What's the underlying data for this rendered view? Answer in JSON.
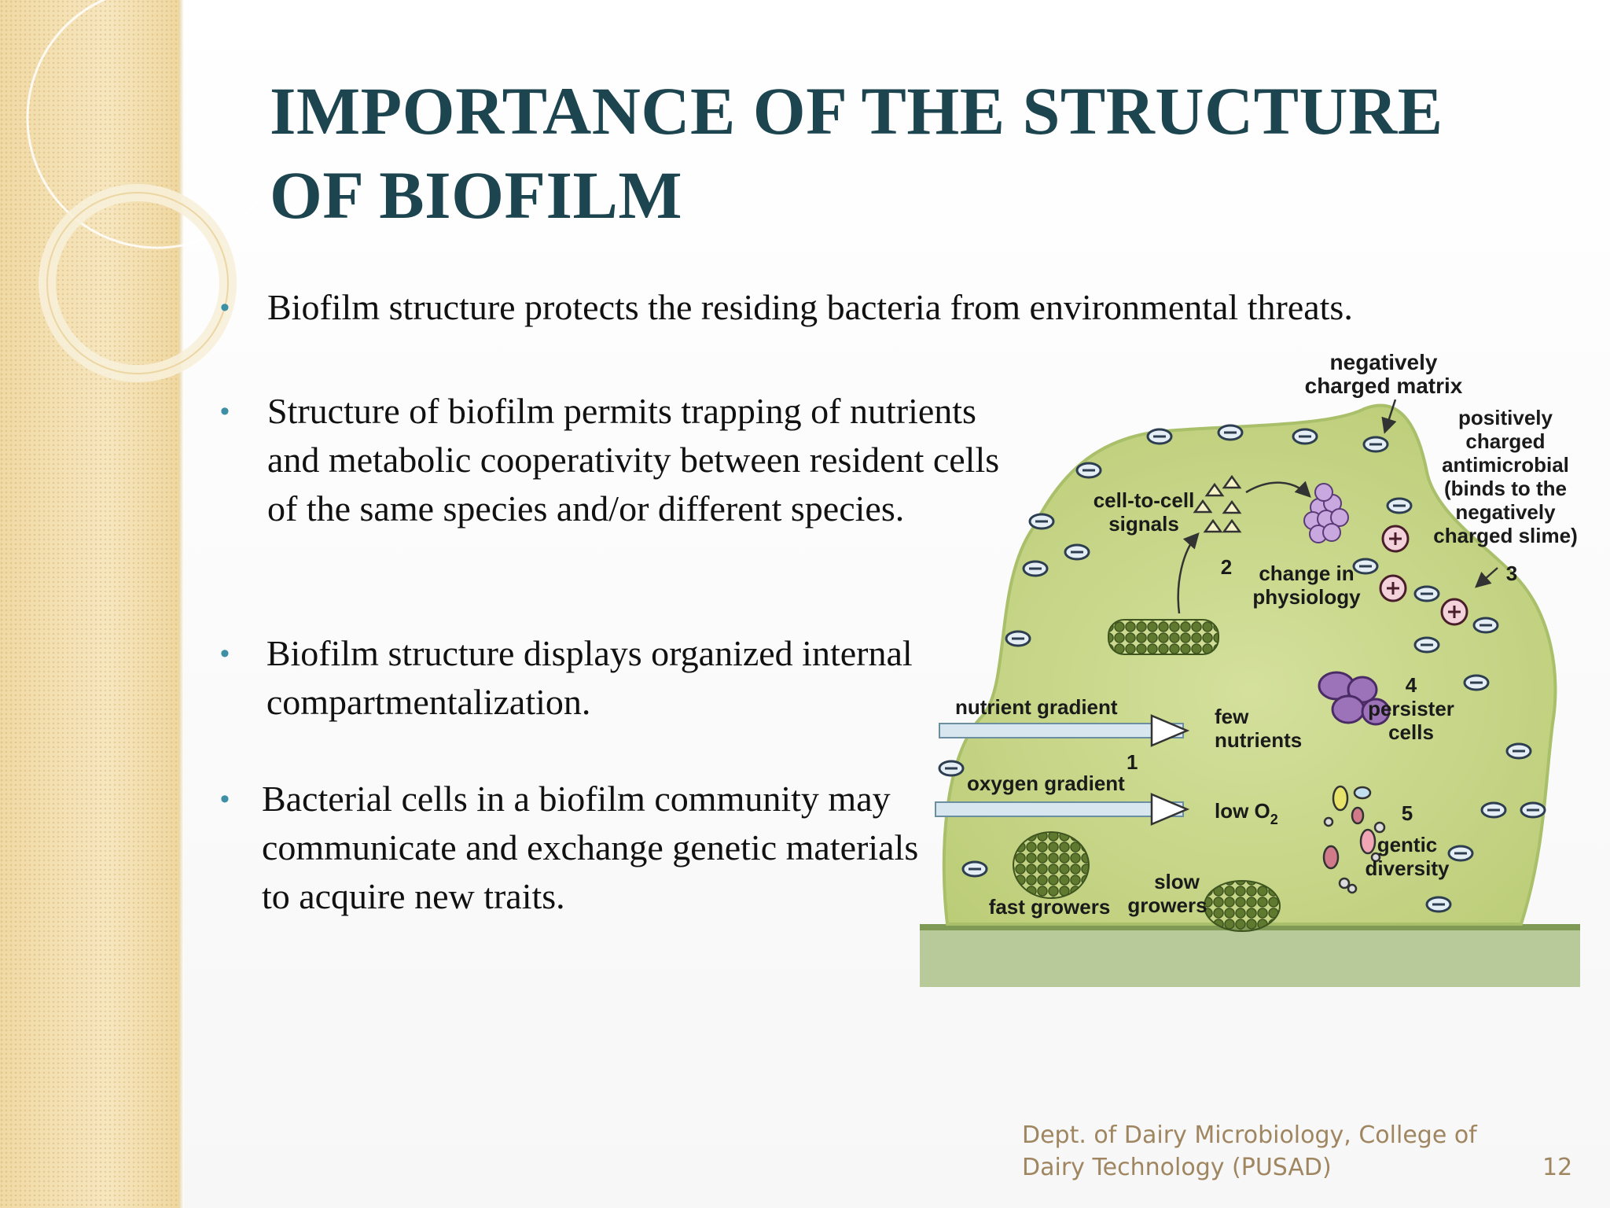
{
  "slide": {
    "title": "IMPORTANCE OF THE STRUCTURE OF BIOFILM",
    "bullets": [
      "Biofilm structure protects the residing bacteria from environmental threats.",
      "Structure of biofilm permits trapping of nutrients and metabolic cooperativity between resident cells of the same species and/or different species.",
      "Biofilm structure displays organized internal compartmentalization.",
      "Bacterial cells in a biofilm community may communicate and exchange genetic materials to acquire new traits."
    ],
    "footer": {
      "line1": "Dept. of Dairy Microbiology, College of",
      "line2": "Dairy Technology (PUSAD)",
      "page_number": "12"
    }
  },
  "figure": {
    "labels": {
      "negatively_charged_matrix_1": "negatively",
      "negatively_charged_matrix_2": "charged matrix",
      "positively_1": "positively",
      "positively_2": "charged",
      "positively_3": "antimicrobial",
      "positively_4": "(binds to the",
      "positively_5": "negatively",
      "positively_6": "charged slime)",
      "num_3": "3",
      "signals_1": "cell-to-cell",
      "signals_2": "signals",
      "num_2": "2",
      "change_1": "change in",
      "change_2": "physiology",
      "num_4": "4",
      "persister_1": "persister",
      "persister_2": "cells",
      "nutrient_gradient": "nutrient gradient",
      "few_1": "few",
      "few_2": "nutrients",
      "num_1": "1",
      "oxygen_gradient": "oxygen gradient",
      "low_o2": "low O",
      "low_o2_sub": "2",
      "num_5": "5",
      "gentic_1": "gentic",
      "gentic_2": "diversity",
      "fast_growers": "fast growers",
      "slow_1": "slow",
      "slow_2": "growers"
    },
    "colors": {
      "biofilm_fill": "#c9d890",
      "biofilm_edge": "#a9bf6a",
      "substrate": "#b8c99a",
      "cell_green": "#6f8a3a",
      "cell_purple": "#9c72b8",
      "title_color": "#1d4550",
      "bullet_color": "#3d8fa6",
      "footer_color": "#9f8660"
    }
  }
}
